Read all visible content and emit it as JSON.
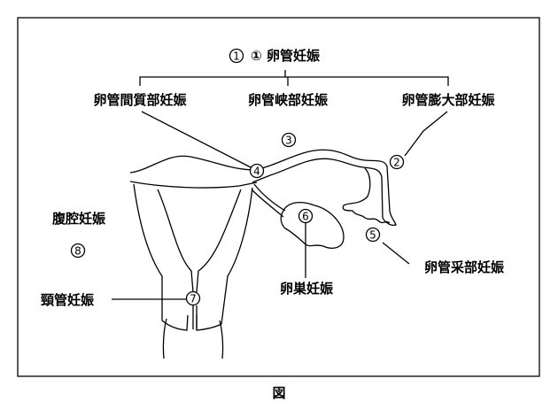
{
  "title": "① 卵管妊娠",
  "labels": {
    "interstitial": "卵管間質部妊娠",
    "isthmic": "卵管峡部妊娠",
    "ampullary": "卵管膨大部妊娠",
    "abdominal": "腹腔妊娠",
    "cervical": "頸管妊娠",
    "ovarian": "卵巣妊娠",
    "fimbrial": "卵管采部妊娠"
  },
  "markers": {
    "n2": "2",
    "n3": "3",
    "n4": "4",
    "n5": "5",
    "n6": "6",
    "n7": "7",
    "n8": "8"
  },
  "caption": "図"
}
